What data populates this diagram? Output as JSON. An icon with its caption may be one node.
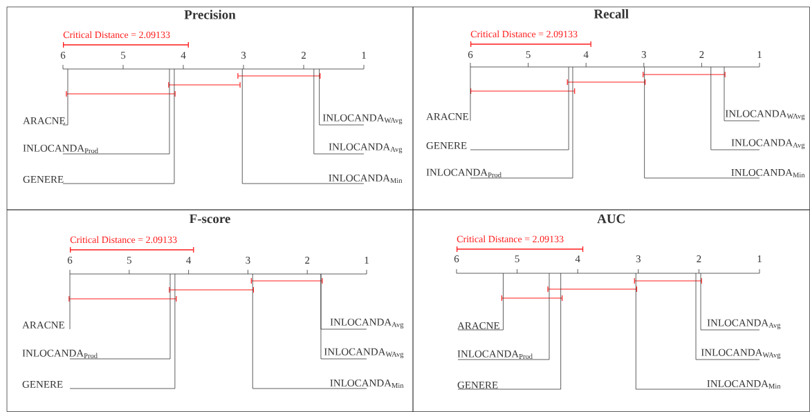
{
  "diagram": {
    "nodes": [
      {
        "text": [
          "Precision"
        ]
      },
      {
        "text": [
          "ARACNE"
        ],
        "in": 0
      },
      {
        "text": [
          "INLOCANDA$_{Prod}$"
        ],
        "in": 0
      },
      {
        "text": [
          "GENERE"
        ],
        "in": 0
      },
      {
        "text": [
          "INLOCANDA$_{WAvg}$"
        ],
        "in": 0
      },
      {
        "text": [
          "INLOCANDA$_{Avg}$"
        ],
        "in": 0
      },
      {
        "text": [
          "INLOCANDA$_{Min}$"
        ],
        "in": 0
      },
      {
        "text": [
          "Recall"
        ]
      },
      {
        "text": [
          "ARACNE"
        ],
        "in": 7
      },
      {
        "text": [
          "GENERE"
        ],
        "in": 7
      },
      {
        "text": [
          "INLOCANDA$_{Prod}$"
        ],
        "in": 7
      },
      {
        "text": [
          "INLOCANDA$_{WAvg}$"
        ],
        "in": 7
      },
      {
        "text": [
          "INLOCANDA$_{Avg}$"
        ],
        "in": 7
      },
      {
        "text": [
          "INLOCANDA$_{Min}$"
        ],
        "in": 7
      },
      {
        "text": [
          "F-score"
        ]
      },
      {
        "text": [
          "ARACNE"
        ],
        "in": 14
      },
      {
        "text": [
          "INLOCANDA$_{Prod}$"
        ],
        "in": 14
      },
      {
        "text": [
          "GENERE"
        ],
        "in": 14
      },
      {
        "text": [
          "INLOCANDA$_{Avg}$"
        ],
        "in": 14
      },
      {
        "text": [
          "INLOCANDA$_{WAvg}$"
        ],
        "in": 14
      },
      {
        "text": [
          "INLOCANDA$_{Min}$"
        ],
        "in": 14
      },
      {
        "text": [
          "AUC"
        ]
      },
      {
        "text": [
          "ARACNE"
        ],
        "in": 21
      },
      {
        "text": [
          "INLOCANDA$_{Prod}$"
        ],
        "in": 21
      },
      {
        "text": [
          "GENERE"
        ],
        "in": 21
      },
      {
        "text": [
          "INLOCANDA$_{Avg}$"
        ],
        "in": 21
      },
      {
        "text": [
          "INLOCANDA$_{WAvg}$"
        ],
        "in": 21
      },
      {
        "text": [
          "INLOCANDA$_{Min}$"
        ],
        "in": 21
      }
    ],
    "edges": [
      {
        "from": 1,
        "to": null,
        "arrow": "none"
      },
      {
        "from": 2,
        "to": null,
        "arrow": "none"
      },
      {
        "from": 3,
        "to": null,
        "arrow": "none"
      },
      {
        "from": 4,
        "to": null,
        "arrow": "none"
      },
      {
        "from": 5,
        "to": null,
        "arrow": "none"
      },
      {
        "from": 6,
        "to": null,
        "arrow": "none"
      },
      {
        "from": 8,
        "to": null,
        "arrow": "none"
      },
      {
        "from": 9,
        "to": null,
        "arrow": "none"
      },
      {
        "from": 10,
        "to": null,
        "arrow": "none"
      },
      {
        "from": 11,
        "to": null,
        "arrow": "none"
      },
      {
        "from": 12,
        "to": null,
        "arrow": "none"
      },
      {
        "from": 13,
        "to": null,
        "arrow": "none"
      },
      {
        "from": 15,
        "to": null,
        "arrow": "none"
      },
      {
        "from": 16,
        "to": null,
        "arrow": "none"
      },
      {
        "from": 17,
        "to": null,
        "arrow": "none"
      },
      {
        "from": 18,
        "to": null,
        "arrow": "none"
      },
      {
        "from": 19,
        "to": null,
        "arrow": "none"
      },
      {
        "from": 20,
        "to": null,
        "arrow": "none"
      },
      {
        "from": 22,
        "to": null,
        "arrow": "none"
      },
      {
        "from": 23,
        "to": null,
        "arrow": "none"
      },
      {
        "from": 24,
        "to": null,
        "arrow": "none"
      },
      {
        "from": 25,
        "to": null,
        "arrow": "none"
      },
      {
        "from": 26,
        "to": null,
        "arrow": "none"
      },
      {
        "from": 27,
        "to": null,
        "arrow": "none"
      }
    ],
    "labels": [
      "Critical Distance = 2.09133",
      "6",
      "5",
      "4",
      "3",
      "2",
      "1",
      "Critical Distance = 2.09133",
      "6",
      "5",
      "4",
      "3",
      "2",
      "1",
      "Critical Distance = 2.09133",
      "6",
      "5",
      "4",
      "3",
      "2",
      "1",
      "Critical Distance = 2.09133",
      "6",
      "5",
      "4",
      "3",
      "2",
      "1"
    ]
  }
}
